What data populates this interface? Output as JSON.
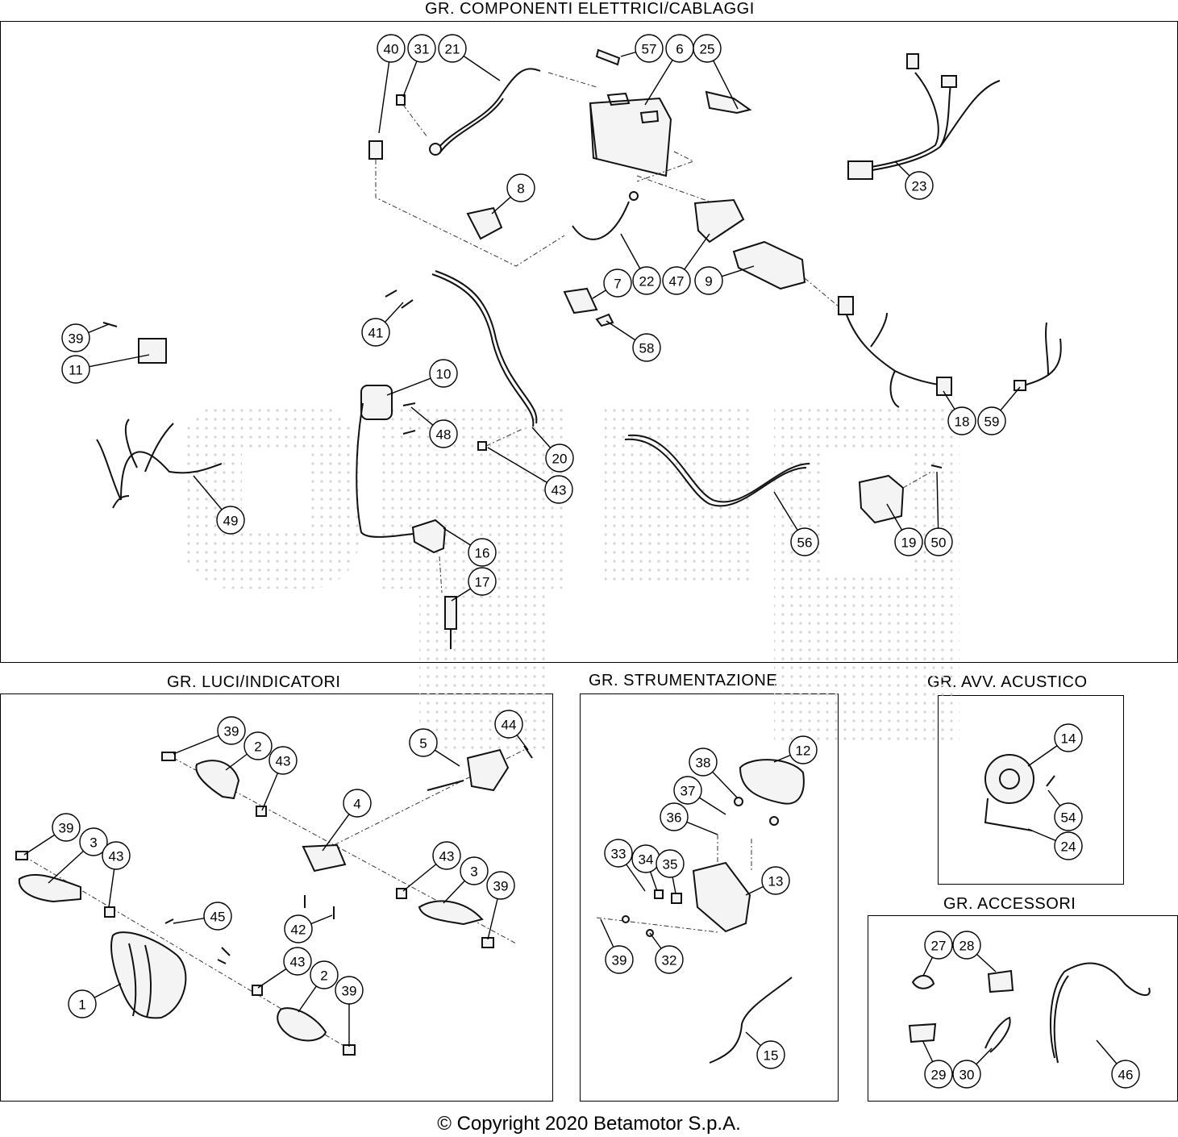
{
  "sections": {
    "electrical": "GR. COMPONENTI ELETTRICI/CABLAGGI",
    "lights": "GR. LUCI/INDICATORI",
    "instruments": "GR. STRUMENTAZIONE",
    "horn": "GR. AVV. ACUSTICO",
    "accessories": "GR. ACCESSORI"
  },
  "watermark": "BETA",
  "copyright": "© Copyright 2020 Betamotor S.p.A.",
  "callouts": {
    "electrical": [
      "40",
      "31",
      "21",
      "57",
      "6",
      "25",
      "23",
      "8",
      "22",
      "47",
      "9",
      "7",
      "58",
      "39",
      "11",
      "41",
      "10",
      "48",
      "20",
      "43",
      "18",
      "59",
      "49",
      "56",
      "19",
      "50",
      "16",
      "17"
    ],
    "lights": [
      "39",
      "2",
      "43",
      "5",
      "44",
      "4",
      "39",
      "3",
      "43",
      "43",
      "3",
      "39",
      "45",
      "42",
      "1",
      "43",
      "2",
      "39"
    ],
    "instruments": [
      "12",
      "38",
      "37",
      "36",
      "33",
      "34",
      "35",
      "13",
      "39",
      "32",
      "15"
    ],
    "horn": [
      "14",
      "54",
      "24"
    ],
    "accessories": [
      "27",
      "28",
      "29",
      "30",
      "46"
    ]
  }
}
